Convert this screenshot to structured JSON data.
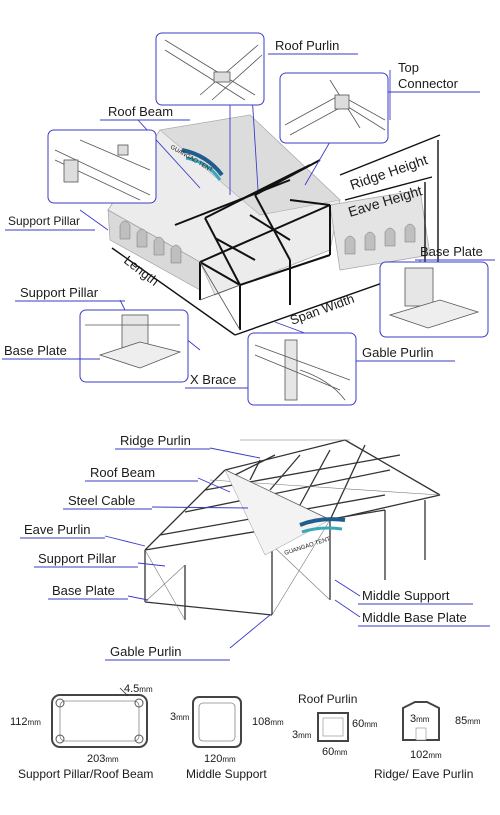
{
  "top_labels": {
    "roof_purlin": "Roof Purlin",
    "top_connector_1": "Top",
    "top_connector_2": "Connector",
    "roof_beam": "Roof Beam",
    "ridge_height": "Ridge Height",
    "eave_height": "Eave Height",
    "support_pillar_a": "Support Pillar",
    "length": "Length",
    "span_width": "Span Width",
    "base_plate_right": "Base Plate",
    "support_pillar_b": "Support Pillar",
    "base_plate_left": "Base Plate",
    "x_brace": "X Brace",
    "gable_purlin_top": "Gable Purlin",
    "brand": "GUANGAO TENT"
  },
  "bottom_labels": {
    "ridge_purlin": "Ridge Purlin",
    "roof_beam": "Roof Beam",
    "steel_cable": "Steel Cable",
    "eave_purlin": "Eave Purlin",
    "support_pillar": "Support Pillar",
    "base_plate": "Base Plate",
    "middle_support": "Middle Support",
    "middle_base_plate": "Middle Base Plate",
    "gable_purlin": "Gable Purlin",
    "brand": "GUANGAO TENT"
  },
  "profiles": [
    {
      "caption": "Support Pillar/Roof Beam",
      "height": "112",
      "width": "203",
      "wall": "4.5",
      "unit": "mm"
    },
    {
      "caption": "Middle Support",
      "height": "108",
      "width": "120",
      "wall": "3",
      "unit": "mm"
    },
    {
      "caption": "Roof Purlin",
      "height": "60",
      "width": "60",
      "wall": "3",
      "unit": "mm"
    },
    {
      "caption": "Ridge/ Eave Purlin",
      "height": "85",
      "width": "102",
      "wall": "3",
      "unit": "mm"
    }
  ],
  "colors": {
    "accent": "#3b3bc8",
    "frame": "#111111",
    "tent_fill": "#e8e8e8",
    "brand_blue": "#1f5d8f",
    "brand_teal": "#3aa7b8"
  }
}
